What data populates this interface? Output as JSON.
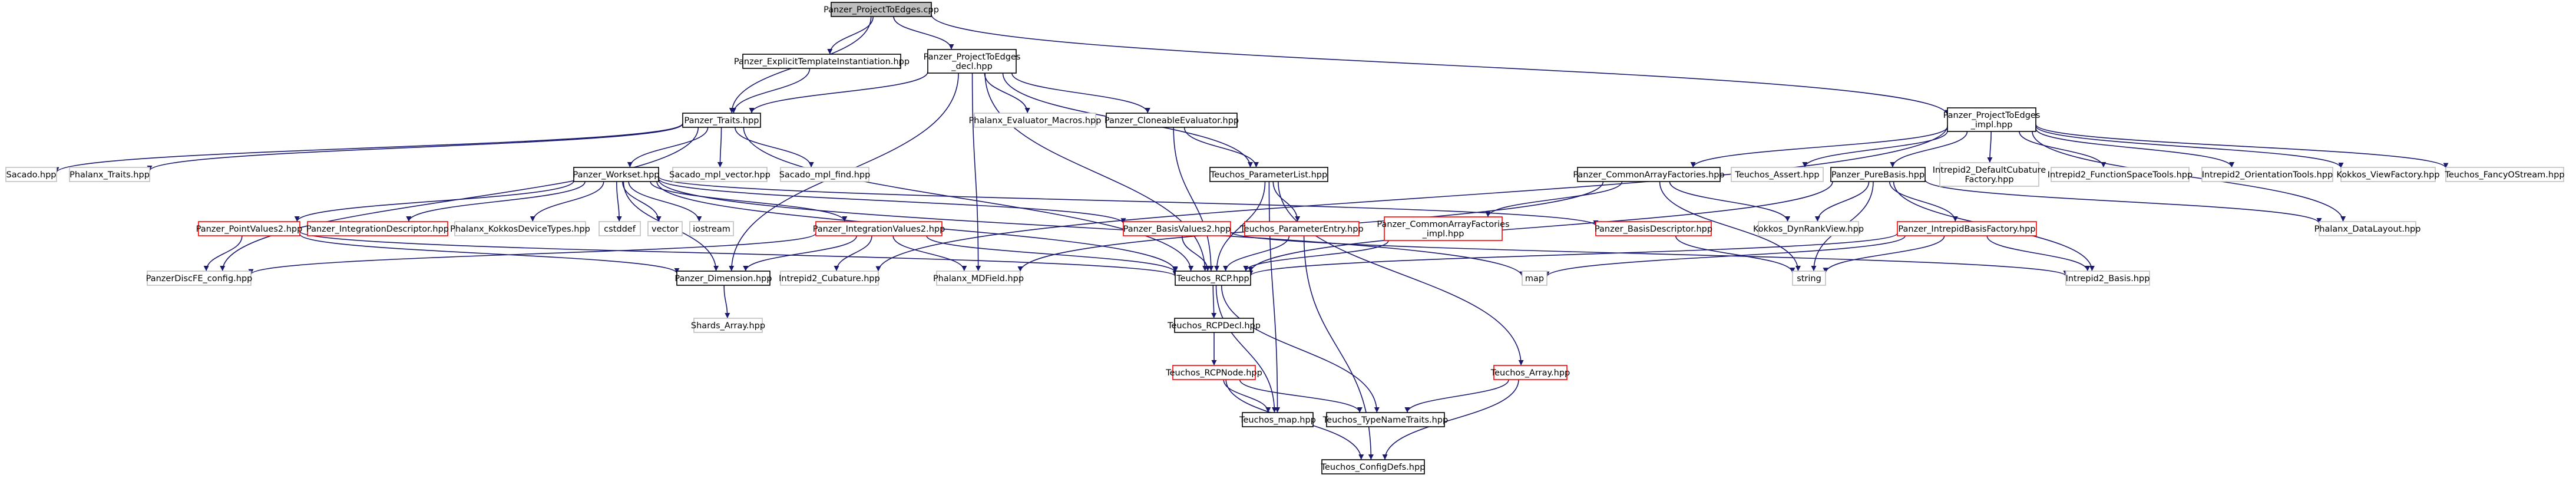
{
  "colors": {
    "background": "#ffffff",
    "root_fill": "#bfbfbf",
    "normal_border": "#000000",
    "missing_border": "#bfbfbf",
    "red_border": "#ff0000",
    "edge": "#191970"
  },
  "nodes": [
    {
      "id": "root",
      "kind": "root",
      "lines": [
        "Panzer_ProjectToEdges.cpp"
      ]
    },
    {
      "id": "eti",
      "kind": "normal",
      "lines": [
        "Panzer_ExplicitTemplateInstantiation.hpp"
      ]
    },
    {
      "id": "decl",
      "kind": "normal",
      "lines": [
        "Panzer_ProjectToEdges",
        "_decl.hpp"
      ]
    },
    {
      "id": "impl",
      "kind": "normal",
      "lines": [
        "Panzer_ProjectToEdges",
        "_impl.hpp"
      ]
    },
    {
      "id": "traits",
      "kind": "normal",
      "lines": [
        "Panzer_Traits.hpp"
      ]
    },
    {
      "id": "phx_macros",
      "kind": "missing",
      "lines": [
        "Phalanx_Evaluator_Macros.hpp"
      ]
    },
    {
      "id": "cloneable",
      "kind": "normal",
      "lines": [
        "Panzer_CloneableEvaluator.hpp"
      ]
    },
    {
      "id": "sacado",
      "kind": "missing",
      "lines": [
        "Sacado.hpp"
      ]
    },
    {
      "id": "phx_traits",
      "kind": "missing",
      "lines": [
        "Phalanx_Traits.hpp"
      ]
    },
    {
      "id": "workset",
      "kind": "normal",
      "lines": [
        "Panzer_Workset.hpp"
      ]
    },
    {
      "id": "sacado_vector",
      "kind": "missing",
      "lines": [
        "Sacado_mpl_vector.hpp"
      ]
    },
    {
      "id": "sacado_find",
      "kind": "missing",
      "lines": [
        "Sacado_mpl_find.hpp"
      ]
    },
    {
      "id": "paramlist",
      "kind": "normal",
      "lines": [
        "Teuchos_ParameterList.hpp"
      ]
    },
    {
      "id": "caf",
      "kind": "normal",
      "lines": [
        "Panzer_CommonArrayFactories.hpp"
      ]
    },
    {
      "id": "asset",
      "kind": "missing",
      "lines": [
        "Teuchos_Assert.hpp"
      ]
    },
    {
      "id": "purebasis",
      "kind": "normal",
      "lines": [
        "Panzer_PureBasis.hpp"
      ]
    },
    {
      "id": "cubfactory",
      "kind": "missing",
      "lines": [
        "Intrepid2_DefaultCubature",
        "Factory.hpp"
      ]
    },
    {
      "id": "fst",
      "kind": "missing",
      "lines": [
        "Intrepid2_FunctionSpaceTools.hpp"
      ]
    },
    {
      "id": "orient",
      "kind": "missing",
      "lines": [
        "Intrepid2_OrientationTools.hpp"
      ]
    },
    {
      "id": "viewfactory",
      "kind": "missing",
      "lines": [
        "Kokkos_ViewFactory.hpp"
      ]
    },
    {
      "id": "fancy",
      "kind": "missing",
      "lines": [
        "Teuchos_FancyOStream.hpp"
      ]
    },
    {
      "id": "pv2",
      "kind": "red",
      "lines": [
        "Panzer_PointValues2.hpp"
      ]
    },
    {
      "id": "intdesc",
      "kind": "red",
      "lines": [
        "Panzer_IntegrationDescriptor.hpp"
      ]
    },
    {
      "id": "devtypes",
      "kind": "missing",
      "lines": [
        "Phalanx_KokkosDeviceTypes.hpp"
      ]
    },
    {
      "id": "cstddef",
      "kind": "missing",
      "lines": [
        "cstddef"
      ]
    },
    {
      "id": "vector",
      "kind": "missing",
      "lines": [
        "vector"
      ]
    },
    {
      "id": "iostream",
      "kind": "missing",
      "lines": [
        "iostream"
      ]
    },
    {
      "id": "iv2",
      "kind": "red",
      "lines": [
        "Panzer_IntegrationValues2.hpp"
      ]
    },
    {
      "id": "bv2",
      "kind": "red",
      "lines": [
        "Panzer_BasisValues2.hpp"
      ]
    },
    {
      "id": "paramentry",
      "kind": "red",
      "lines": [
        "Teuchos_ParameterEntry.hpp"
      ]
    },
    {
      "id": "caf_impl",
      "kind": "red",
      "lines": [
        "Panzer_CommonArrayFactories",
        "_impl.hpp"
      ]
    },
    {
      "id": "basisdesc",
      "kind": "red",
      "lines": [
        "Panzer_BasisDescriptor.hpp"
      ]
    },
    {
      "id": "dynrank",
      "kind": "missing",
      "lines": [
        "Kokkos_DynRankView.hpp"
      ]
    },
    {
      "id": "ibf",
      "kind": "red",
      "lines": [
        "Panzer_IntrepidBasisFactory.hpp"
      ]
    },
    {
      "id": "datalayout",
      "kind": "missing",
      "lines": [
        "Phalanx_DataLayout.hpp"
      ]
    },
    {
      "id": "fe_config",
      "kind": "missing",
      "lines": [
        "PanzerDiscFE_config.hpp"
      ]
    },
    {
      "id": "dimension",
      "kind": "normal",
      "lines": [
        "Panzer_Dimension.hpp"
      ]
    },
    {
      "id": "cubature",
      "kind": "missing",
      "lines": [
        "Intrepid2_Cubature.hpp"
      ]
    },
    {
      "id": "mdfield",
      "kind": "missing",
      "lines": [
        "Phalanx_MDField.hpp"
      ]
    },
    {
      "id": "rcp",
      "kind": "normal",
      "lines": [
        "Teuchos_RCP.hpp"
      ]
    },
    {
      "id": "map_std",
      "kind": "missing",
      "lines": [
        "map"
      ]
    },
    {
      "id": "string",
      "kind": "missing",
      "lines": [
        "string"
      ]
    },
    {
      "id": "i2basis",
      "kind": "missing",
      "lines": [
        "Intrepid2_Basis.hpp"
      ]
    },
    {
      "id": "shards",
      "kind": "missing",
      "lines": [
        "Shards_Array.hpp"
      ]
    },
    {
      "id": "rcpdecl",
      "kind": "normal",
      "lines": [
        "Teuchos_RCPDecl.hpp"
      ]
    },
    {
      "id": "rcpnode",
      "kind": "red",
      "lines": [
        "Teuchos_RCPNode.hpp"
      ]
    },
    {
      "id": "tarray",
      "kind": "red",
      "lines": [
        "Teuchos_Array.hpp"
      ]
    },
    {
      "id": "tmap",
      "kind": "normal",
      "lines": [
        "Teuchos_map.hpp"
      ]
    },
    {
      "id": "typename",
      "kind": "normal",
      "lines": [
        "Teuchos_TypeNameTraits.hpp"
      ]
    },
    {
      "id": "configdefs",
      "kind": "normal",
      "lines": [
        "Teuchos_ConfigDefs.hpp"
      ]
    }
  ],
  "edges": [
    [
      "root",
      "eti"
    ],
    [
      "root",
      "decl"
    ],
    [
      "root",
      "impl"
    ],
    [
      "root",
      "traits"
    ],
    [
      "decl",
      "traits"
    ],
    [
      "decl",
      "phx_macros"
    ],
    [
      "decl",
      "cloneable"
    ],
    [
      "decl",
      "paramlist"
    ],
    [
      "decl",
      "dimension"
    ],
    [
      "decl",
      "mdfield"
    ],
    [
      "decl",
      "rcp"
    ],
    [
      "eti",
      "traits"
    ],
    [
      "traits",
      "sacado"
    ],
    [
      "traits",
      "phx_traits"
    ],
    [
      "traits",
      "workset"
    ],
    [
      "traits",
      "sacado_vector"
    ],
    [
      "traits",
      "sacado_find"
    ],
    [
      "traits",
      "fe_config"
    ],
    [
      "traits",
      "rcp"
    ],
    [
      "cloneable",
      "paramlist"
    ],
    [
      "cloneable",
      "rcp"
    ],
    [
      "workset",
      "pv2"
    ],
    [
      "workset",
      "intdesc"
    ],
    [
      "workset",
      "devtypes"
    ],
    [
      "workset",
      "cstddef"
    ],
    [
      "workset",
      "vector"
    ],
    [
      "workset",
      "iostream"
    ],
    [
      "workset",
      "iv2"
    ],
    [
      "workset",
      "bv2"
    ],
    [
      "workset",
      "basisdesc"
    ],
    [
      "workset",
      "dimension"
    ],
    [
      "workset",
      "map_std"
    ],
    [
      "workset",
      "rcp"
    ],
    [
      "pv2",
      "fe_config"
    ],
    [
      "pv2",
      "dimension"
    ],
    [
      "pv2",
      "rcp"
    ],
    [
      "iv2",
      "fe_config"
    ],
    [
      "iv2",
      "dimension"
    ],
    [
      "iv2",
      "cubature"
    ],
    [
      "iv2",
      "mdfield"
    ],
    [
      "iv2",
      "rcp"
    ],
    [
      "bv2",
      "rcp"
    ],
    [
      "bv2",
      "i2basis"
    ],
    [
      "paramlist",
      "paramentry"
    ],
    [
      "paramlist",
      "tarray"
    ],
    [
      "paramlist",
      "tmap"
    ],
    [
      "paramlist",
      "rcp"
    ],
    [
      "paramentry",
      "rcp"
    ],
    [
      "paramentry",
      "configdefs"
    ],
    [
      "caf",
      "caf_impl"
    ],
    [
      "caf",
      "dynrank"
    ],
    [
      "caf",
      "string"
    ],
    [
      "caf",
      "mdfield"
    ],
    [
      "caf_impl",
      "rcp"
    ],
    [
      "basisdesc",
      "string"
    ],
    [
      "impl",
      "caf"
    ],
    [
      "impl",
      "asset"
    ],
    [
      "impl",
      "purebasis"
    ],
    [
      "impl",
      "cubfactory"
    ],
    [
      "impl",
      "fst"
    ],
    [
      "impl",
      "orient"
    ],
    [
      "impl",
      "viewfactory"
    ],
    [
      "impl",
      "fancy"
    ],
    [
      "impl",
      "datalayout"
    ],
    [
      "impl",
      "cubature"
    ],
    [
      "purebasis",
      "ibf"
    ],
    [
      "purebasis",
      "dynrank"
    ],
    [
      "purebasis",
      "string"
    ],
    [
      "purebasis",
      "rcp"
    ],
    [
      "purebasis",
      "datalayout"
    ],
    [
      "purebasis",
      "i2basis"
    ],
    [
      "ibf",
      "rcp"
    ],
    [
      "ibf",
      "string"
    ],
    [
      "ibf",
      "i2basis"
    ],
    [
      "ibf",
      "map_std"
    ],
    [
      "dimension",
      "shards"
    ],
    [
      "rcp",
      "rcpdecl"
    ],
    [
      "rcp",
      "tmap"
    ],
    [
      "rcp",
      "typename"
    ],
    [
      "rcpdecl",
      "rcpnode"
    ],
    [
      "rcpnode",
      "tmap"
    ],
    [
      "rcpnode",
      "typename"
    ],
    [
      "rcpnode",
      "configdefs"
    ],
    [
      "tarray",
      "typename"
    ],
    [
      "tarray",
      "configdefs"
    ]
  ]
}
